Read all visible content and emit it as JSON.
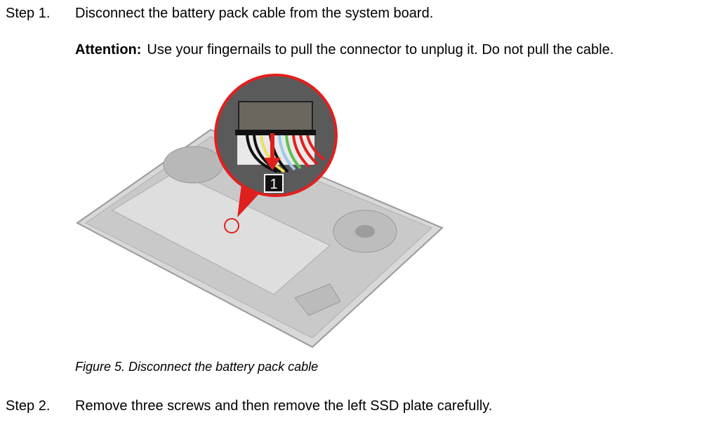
{
  "steps": [
    {
      "label": "Step 1.",
      "text": "Disconnect the battery pack cable from the system board."
    },
    {
      "label": "Step 2.",
      "text": "Remove three screws and then remove the left SSD plate carefully."
    }
  ],
  "attention": {
    "label": "Attention:",
    "text": "Use your fingernails to pull the connector to unplug it. Do not pull the cable."
  },
  "figure": {
    "caption": "Figure 5. Disconnect the battery pack cable",
    "callout_number": "1",
    "accent_color": "#e0201f"
  }
}
